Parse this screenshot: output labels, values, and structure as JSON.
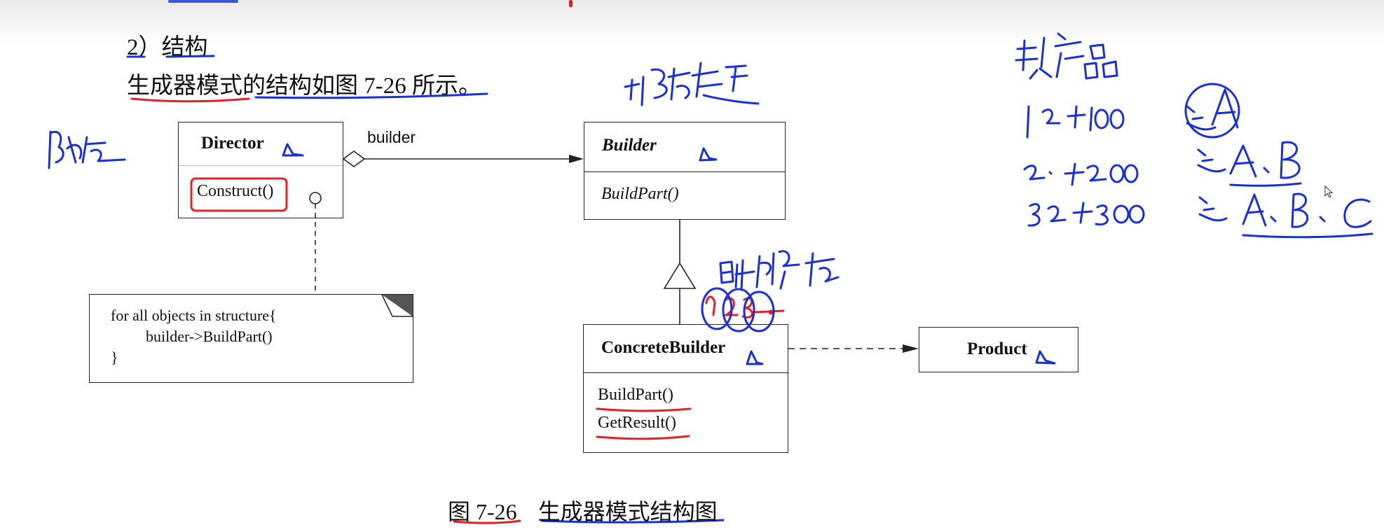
{
  "section": {
    "heading": "2）结构",
    "intro": "生成器模式的结构如图 7-26 所示。"
  },
  "diagram": {
    "director": {
      "name": "Director",
      "operation": "Construct()"
    },
    "builder": {
      "name": "Builder",
      "operation": "BuildPart()"
    },
    "concrete_builder": {
      "name": "ConcreteBuilder",
      "operations": [
        "BuildPart()",
        "GetResult()"
      ]
    },
    "product": {
      "name": "Product"
    },
    "association_label": "builder",
    "note_lines": [
      "for all objects in structure{",
      "builder->BuildPart()",
      "}"
    ]
  },
  "caption": {
    "number": "图 7-26",
    "title": "生成器模式结构图"
  },
  "annotations": {
    "colors": {
      "blue_ink": "#1a2fd6",
      "red_ink": "#e0202a"
    },
    "handwritten_items": [
      {
        "row": "1 2+100",
        "result": "送A"
      },
      {
        "row": "2 +200",
        "result": "送A、B"
      },
      {
        "row": "3 2 +300",
        "result": "送A、B、C"
      }
    ],
    "circled_numbers": [
      "1",
      "2",
      "3"
    ]
  }
}
